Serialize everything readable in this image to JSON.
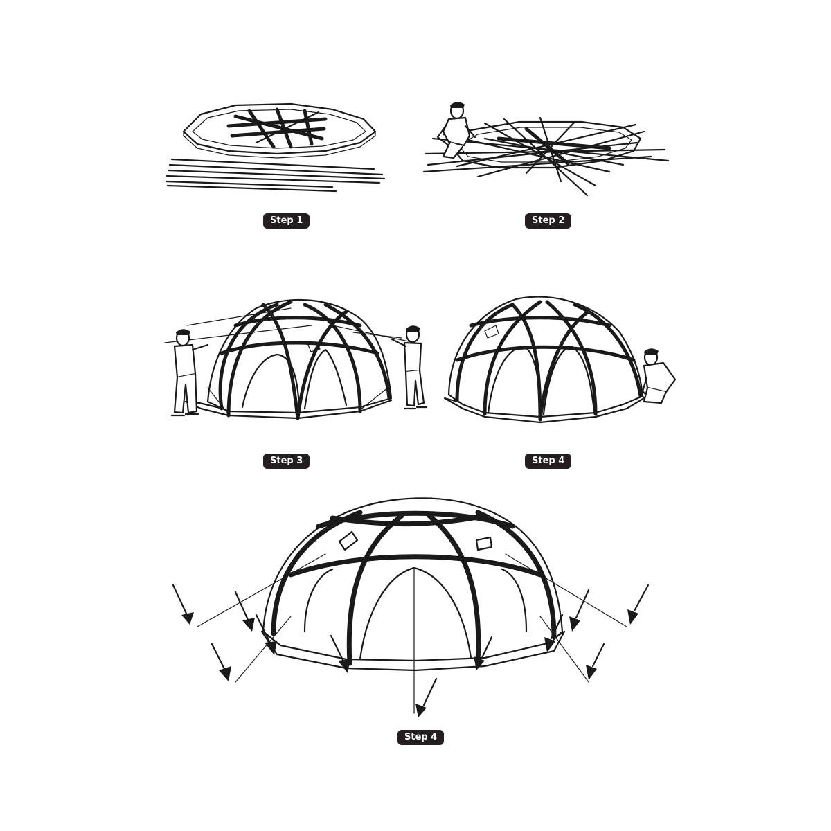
{
  "steps": [
    {
      "label": "Step 1"
    },
    {
      "label": "Step 2"
    },
    {
      "label": "Step 3"
    },
    {
      "label": "Step 4"
    },
    {
      "label": "Step 4"
    }
  ],
  "colors": {
    "ink": "#1a1a1a",
    "badge_bg": "#231f20",
    "badge_text": "#ffffff",
    "background": "#ffffff"
  }
}
